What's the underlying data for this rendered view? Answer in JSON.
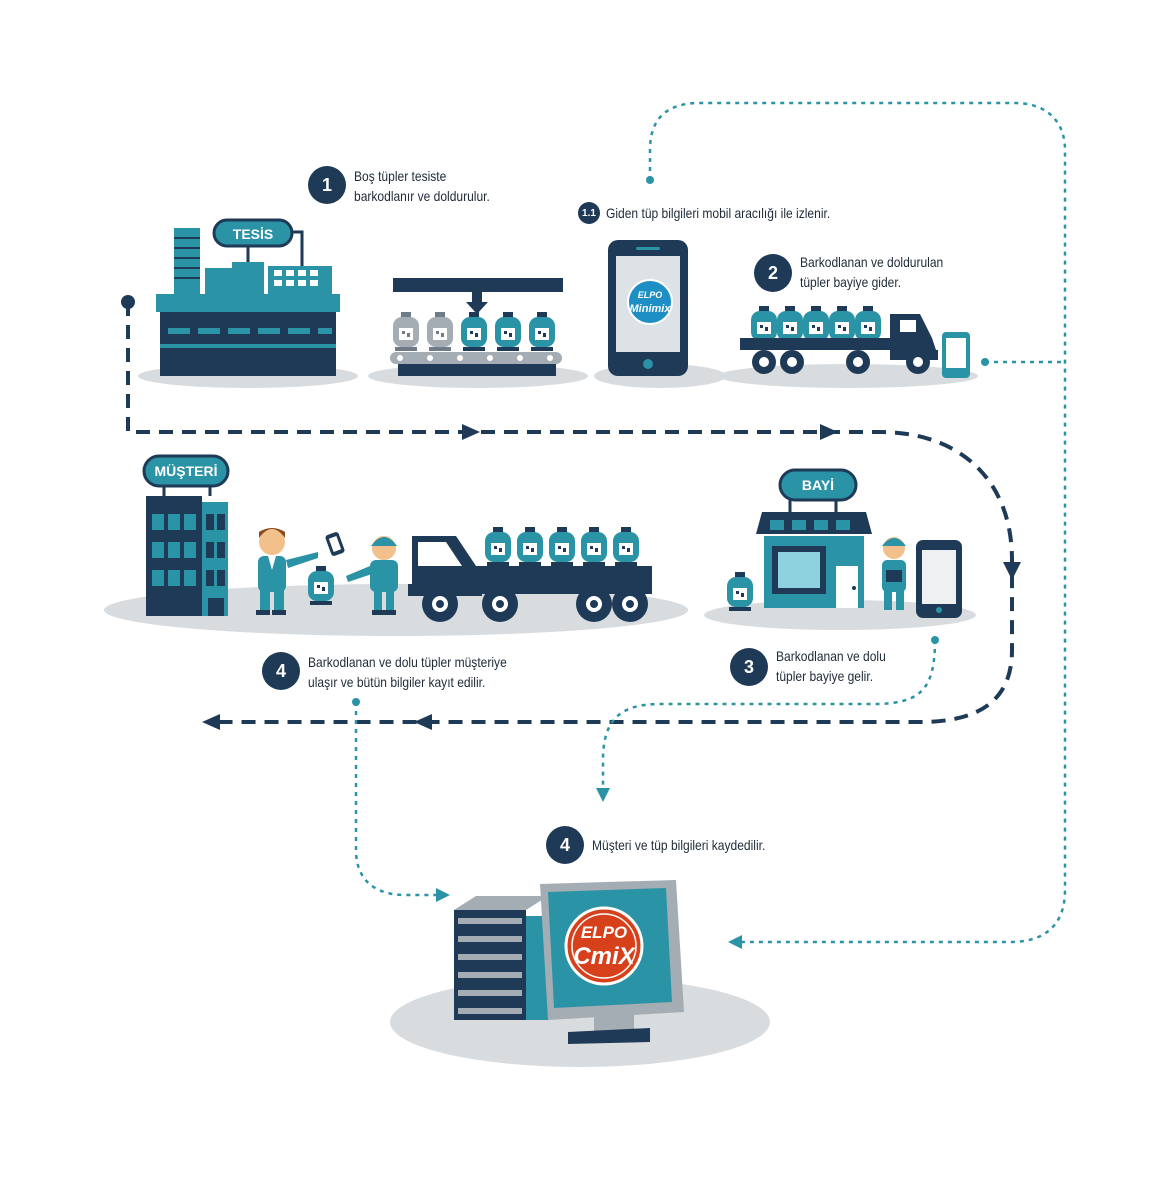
{
  "steps": [
    {
      "badge": "1",
      "line1": "Boş tüpler tesiste",
      "line2": "barkodlanır ve doldurulur."
    },
    {
      "badge": "1.1",
      "line1": "Giden tüp bilgileri mobil aracılığı ile izlenir.",
      "line2": ""
    },
    {
      "badge": "2",
      "line1": "Barkodlanan ve doldurulan",
      "line2": "tüpler bayiye gider."
    },
    {
      "badge": "3",
      "line1": "Barkodlanan ve dolu",
      "line2": "tüpler bayiye gelir."
    },
    {
      "badge": "4",
      "line1": "Barkodlanan ve dolu tüpler müşteriye",
      "line2": "ulaşır ve bütün bilgiler kayıt edilir."
    },
    {
      "badge": "4",
      "line1": "Müşteri ve tüp bilgileri kaydedilir.",
      "line2": ""
    }
  ],
  "signs": {
    "facility": "TESİS",
    "customer": "MÜŞTERİ",
    "dealer": "BAYİ"
  },
  "logos": {
    "phone_brand": "ELPO",
    "phone_app": "Minimix",
    "pc_brand": "ELPO",
    "pc_app": "CmiX"
  },
  "colors": {
    "navy": "#1e3a56",
    "teal": "#2a93a6",
    "ground": "#d9dcdf",
    "logo_red": "#d6411c"
  }
}
